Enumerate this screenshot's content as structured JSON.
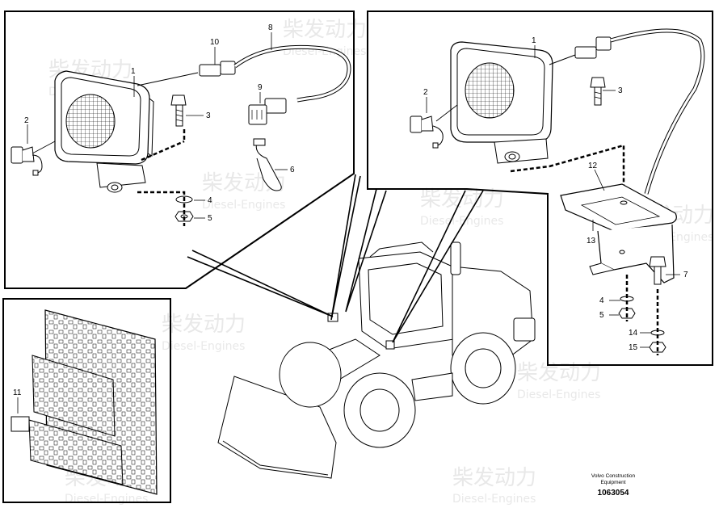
{
  "watermark": {
    "brand_cn": "柴发动力",
    "brand_en": "Diesel-Engines"
  },
  "callouts": {
    "panel_a": [
      "1",
      "2",
      "3",
      "4",
      "5",
      "6",
      "8",
      "9",
      "10"
    ],
    "panel_b": [
      "1",
      "2",
      "3",
      "4",
      "5",
      "7",
      "12",
      "13",
      "14",
      "15"
    ],
    "panel_c": [
      "11"
    ]
  },
  "footer": {
    "brand_line1": "Volvo Construction",
    "brand_line2": "Equipment",
    "drawing_number": "1063054"
  }
}
